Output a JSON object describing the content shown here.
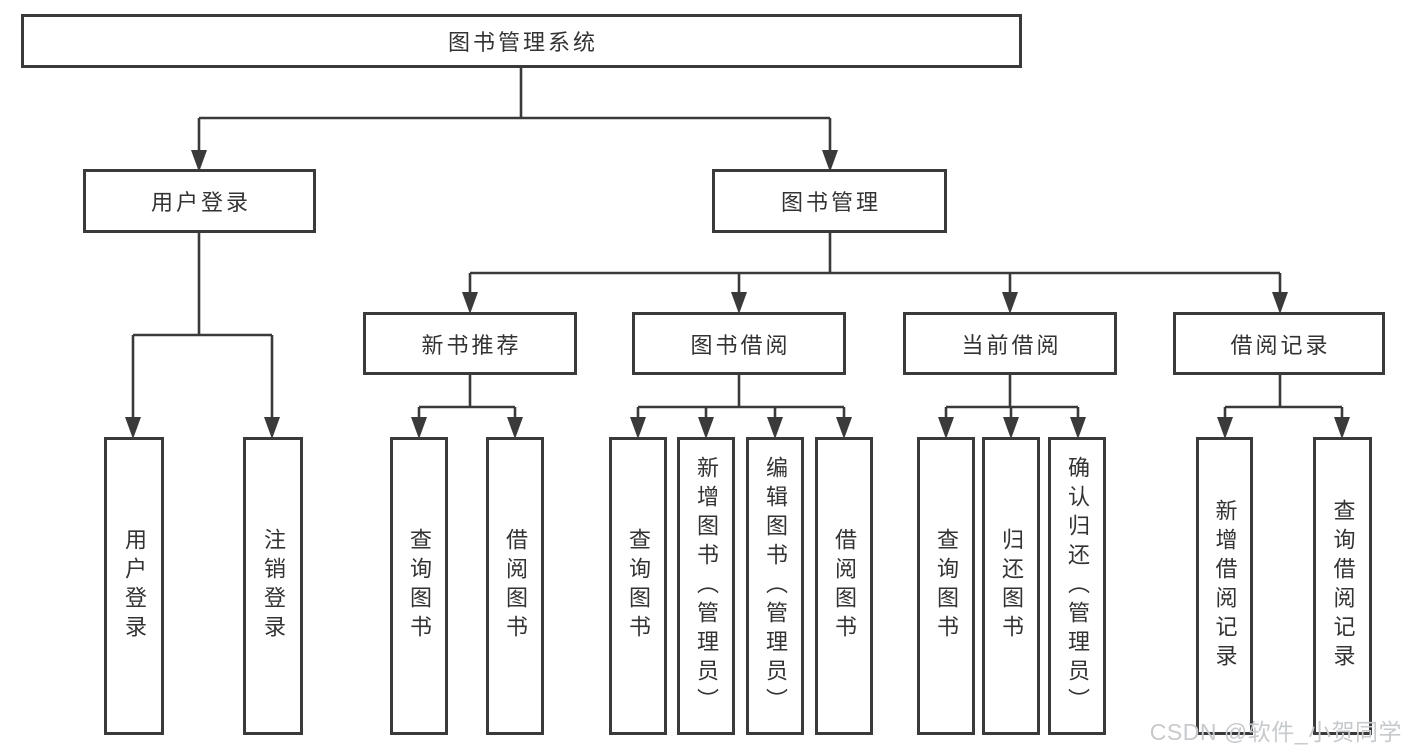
{
  "diagram": {
    "type": "hierarchy-tree",
    "nodes": {
      "root": "图书管理系统",
      "level2": {
        "user_login": "用户登录",
        "book_mgmt": "图书管理"
      },
      "level3": {
        "new_book_rec": "新书推荐",
        "book_borrow": "图书借阅",
        "current_borrow": "当前借阅",
        "borrow_records": "借阅记录"
      },
      "leaves": {
        "user_login": {
          "login": "用户登录",
          "logout": "注销登录"
        },
        "new_book_rec": {
          "query": "查询图书",
          "borrow": "借阅图书"
        },
        "book_borrow": {
          "query": "查询图书",
          "add": "新增图书（管理员）",
          "edit": "编辑图书（管理员）",
          "borrow": "借阅图书"
        },
        "current_borrow": {
          "query": "查询图书",
          "return": "归还图书",
          "confirm": "确认归还（管理员）"
        },
        "borrow_records": {
          "add": "新增借阅记录",
          "query": "查询借阅记录"
        }
      }
    },
    "colors": {
      "line": "#3a3a3a",
      "text": "#333333",
      "box_bg": "#ffffff",
      "watermark": "#c7cacd"
    },
    "watermark": "CSDN @软件_小贺同学"
  }
}
